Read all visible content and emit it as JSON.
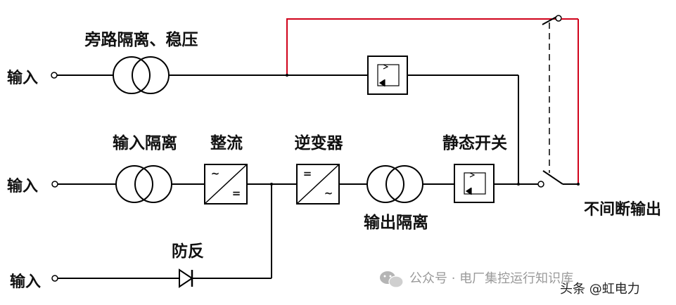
{
  "labels": {
    "input_top": "输入",
    "input_mid": "输入",
    "input_bottom": "输入",
    "bypass_transformer": "旁路隔离、稳压",
    "input_transformer": "输入隔离",
    "rectifier": "整流",
    "inverter": "逆变器",
    "static_switch": "静态开关",
    "output_transformer": "输出隔离",
    "anti_reverse": "防反",
    "output": "不间断输出"
  },
  "symbols": {
    "rectifier_top": "~",
    "rectifier_bottom": "=",
    "inverter_top": "=",
    "inverter_bottom": "~"
  },
  "watermark": {
    "text": "公众号 · 电厂集控运行知识库",
    "badge": "头条 @虹电力"
  },
  "colors": {
    "line": "#000000",
    "bypass_wire": "#d0021b",
    "watermark": "#9a9a9a"
  }
}
